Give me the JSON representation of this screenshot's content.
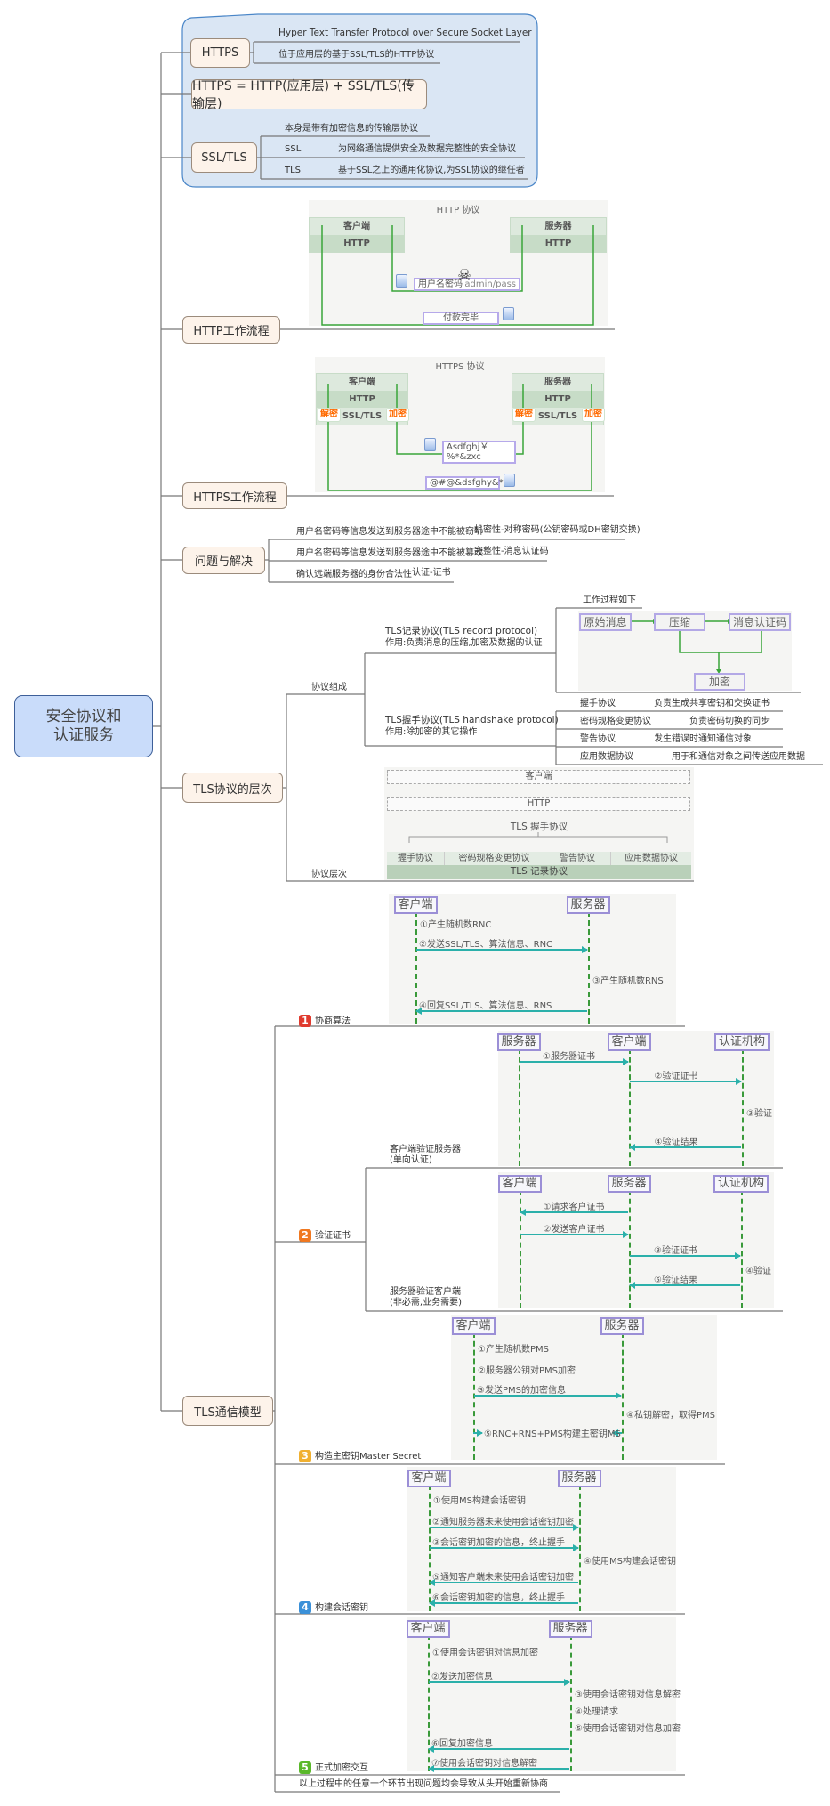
{
  "root": {
    "line1": "安全协议和",
    "line2": "认证服务"
  },
  "https_group": {
    "https": {
      "label": "HTTPS",
      "full_name": "Hyper Text Transfer Protocol over Secure Socket Layer",
      "desc": "位于应用层的基于SSL/TLS的HTTP协议"
    },
    "formula": "HTTPS = HTTP(应用层) + SSL/TLS(传输层)",
    "ssl_tls": {
      "label": "SSL/TLS",
      "desc": "本身是带有加密信息的传输层协议",
      "items": [
        {
          "name": "SSL",
          "desc": "为网络通信提供安全及数据完整性的安全协议"
        },
        {
          "name": "TLS",
          "desc": "基于SSL之上的通用化协议,为SSL协议的继任者"
        }
      ]
    }
  },
  "http_flow": {
    "label": "HTTP工作流程",
    "title": "HTTP 协议",
    "client": "客户端",
    "server": "服务器",
    "layer": "HTTP",
    "msg1": "用户名密码",
    "msg1_value": "admin/pass",
    "msg2": "付款完毕"
  },
  "https_flow": {
    "label": "HTTPS工作流程",
    "title": "HTTPS 协议",
    "client": "客户端",
    "server": "服务器",
    "layer": "HTTP",
    "ssl": "SSL/TLS",
    "decrypt": "解密",
    "encrypt": "加密",
    "msg1": "Asdfghj￥%*&zxc",
    "msg2": "@#@&dsfghy&*"
  },
  "problems": {
    "label": "问题与解决",
    "rows": [
      {
        "problem": "用户名密码等信息发送到服务器途中不能被窃听",
        "solution": "机密性-对称密码(公钥密码或DH密钥交换)"
      },
      {
        "problem": "用户名密码等信息发送到服务器途中不能被篡改",
        "solution": "完整性-消息认证码"
      },
      {
        "problem": "确认远端服务器的身份合法性",
        "solution": "认证-证书"
      }
    ]
  },
  "tls_layers": {
    "label": "TLS协议的层次",
    "composition": "协议组成",
    "record": {
      "title": "TLS记录协议(TLS record protocol)",
      "role": "作用:负责消息的压缩,加密及数据的认证",
      "process_label": "工作过程如下",
      "steps": {
        "original": "原始消息",
        "compress": "压缩",
        "mac": "消息认证码",
        "encrypt": "加密"
      }
    },
    "handshake": {
      "title": "TLS握手协议(TLS handshake protocol)",
      "role": "作用:除加密的其它操作",
      "subs": [
        {
          "name": "握手协议",
          "desc": "负责生成共享密钥和交换证书"
        },
        {
          "name": "密码规格变更协议",
          "desc": "负责密码切换的同步"
        },
        {
          "name": "警告协议",
          "desc": "发生错误时通知通信对象"
        },
        {
          "name": "应用数据协议",
          "desc": "用于和通信对象之间传送应用数据"
        }
      ]
    },
    "hierarchy": "协议层次",
    "stack": {
      "client": "客户端",
      "http": "HTTP",
      "handshake": "TLS 握手协议",
      "subs": [
        "握手协议",
        "密码规格变更协议",
        "警告协议",
        "应用数据协议"
      ],
      "record": "TLS 记录协议"
    }
  },
  "tls_model": {
    "label": "TLS通信模型",
    "steps": [
      {
        "num": "1",
        "color": "#e03a2e",
        "label": "协商算法"
      },
      {
        "num": "2",
        "color": "#f07820",
        "label": "验证证书",
        "sub1": {
          "line1": "客户端验证服务器",
          "line2": "(单向认证)"
        },
        "sub2": {
          "line1": "服务器验证客户端",
          "line2": "(非必需,业务需要)"
        }
      },
      {
        "num": "3",
        "color": "#f0b030",
        "label": "构造主密钥Master Secret"
      },
      {
        "num": "4",
        "color": "#3a90d8",
        "label": "构建会话密钥"
      },
      {
        "num": "5",
        "color": "#5ab82a",
        "label": "正式加密交互"
      }
    ],
    "footer": "以上过程中的任意一个环节出现问题均会导致从头开始重新协商"
  },
  "sequence_diagrams": [
    {
      "participants": [
        "客户端",
        "服务器"
      ],
      "steps": [
        {
          "label": "①产生随机数RNC",
          "note": 0
        },
        {
          "label": "②发送SSL/TLS、算法信息、RNC",
          "from": 0,
          "to": 1
        },
        {
          "label": "③产生随机数RNS",
          "note": 1
        },
        {
          "label": "④回复SSL/TLS、算法信息、RNS",
          "from": 1,
          "to": 0
        }
      ]
    },
    {
      "participants": [
        "服务器",
        "客户端",
        "认证机构"
      ],
      "steps": [
        {
          "label": "①服务器证书",
          "from": 0,
          "to": 1
        },
        {
          "label": "②验证证书",
          "from": 1,
          "to": 2
        },
        {
          "label": "③验证",
          "note": 2
        },
        {
          "label": "④验证结果",
          "from": 2,
          "to": 1
        }
      ]
    },
    {
      "participants": [
        "客户端",
        "服务器",
        "认证机构"
      ],
      "steps": [
        {
          "label": "①请求客户证书",
          "from": 1,
          "to": 0
        },
        {
          "label": "②发送客户证书",
          "from": 0,
          "to": 1
        },
        {
          "label": "③验证证书",
          "from": 1,
          "to": 2
        },
        {
          "label": "④验证",
          "note": 2
        },
        {
          "label": "⑤验证结果",
          "from": 2,
          "to": 1
        }
      ]
    },
    {
      "participants": [
        "客户端",
        "服务器"
      ],
      "steps": [
        {
          "label": "①产生随机数PMS",
          "note": 0
        },
        {
          "label": "②服务器公钥对PMS加密",
          "note": 0
        },
        {
          "label": "③发送PMS的加密信息",
          "from": 0,
          "to": 1
        },
        {
          "label": "④私钥解密，取得PMS",
          "note": 1
        },
        {
          "label": "⑤RNC+RNS+PMS构建主密钥MS",
          "converge": true
        }
      ]
    },
    {
      "participants": [
        "客户端",
        "服务器"
      ],
      "steps": [
        {
          "label": "①使用MS构建会话密钥",
          "note": 0
        },
        {
          "label": "②通知服务器未来使用会话密钥加密",
          "from": 0,
          "to": 1
        },
        {
          "label": "③会话密钥加密的信息，终止握手",
          "from": 0,
          "to": 1
        },
        {
          "label": "④使用MS构建会话密钥",
          "note": 1
        },
        {
          "label": "⑤通知客户端未来使用会话密钥加密",
          "from": 1,
          "to": 0
        },
        {
          "label": "⑥会话密钥加密的信息，终止握手",
          "from": 1,
          "to": 0
        }
      ]
    },
    {
      "participants": [
        "客户端",
        "服务器"
      ],
      "steps": [
        {
          "label": "①使用会话密钥对信息加密",
          "note": 0
        },
        {
          "label": "②发送加密信息",
          "from": 0,
          "to": 1
        },
        {
          "label": "③使用会话密钥对信息解密",
          "note": 1
        },
        {
          "label": "④处理请求",
          "note": 1
        },
        {
          "label": "⑤使用会话密钥对信息加密",
          "note": 1
        },
        {
          "label": "⑥回复加密信息",
          "from": 1,
          "to": 0
        },
        {
          "label": "⑦使用会话密钥对信息解密",
          "from": 1,
          "to": 0
        }
      ]
    }
  ]
}
